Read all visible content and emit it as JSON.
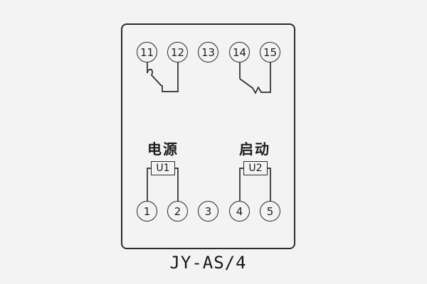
{
  "diagram": {
    "title": "JY-AS/4",
    "top_terminals": [
      "11",
      "12",
      "13",
      "14",
      "15"
    ],
    "bottom_terminals": [
      "1",
      "2",
      "3",
      "4",
      "5"
    ],
    "coils": [
      {
        "label": "电源",
        "box_label": "U1",
        "connects": [
          "1",
          "2"
        ]
      },
      {
        "label": "启动",
        "box_label": "U2",
        "connects": [
          "4",
          "5"
        ]
      }
    ],
    "contacts": [
      {
        "between": [
          "11",
          "12"
        ],
        "type": "normally-open-contact"
      },
      {
        "between": [
          "14",
          "15"
        ],
        "type": "normally-open-contact"
      }
    ]
  }
}
